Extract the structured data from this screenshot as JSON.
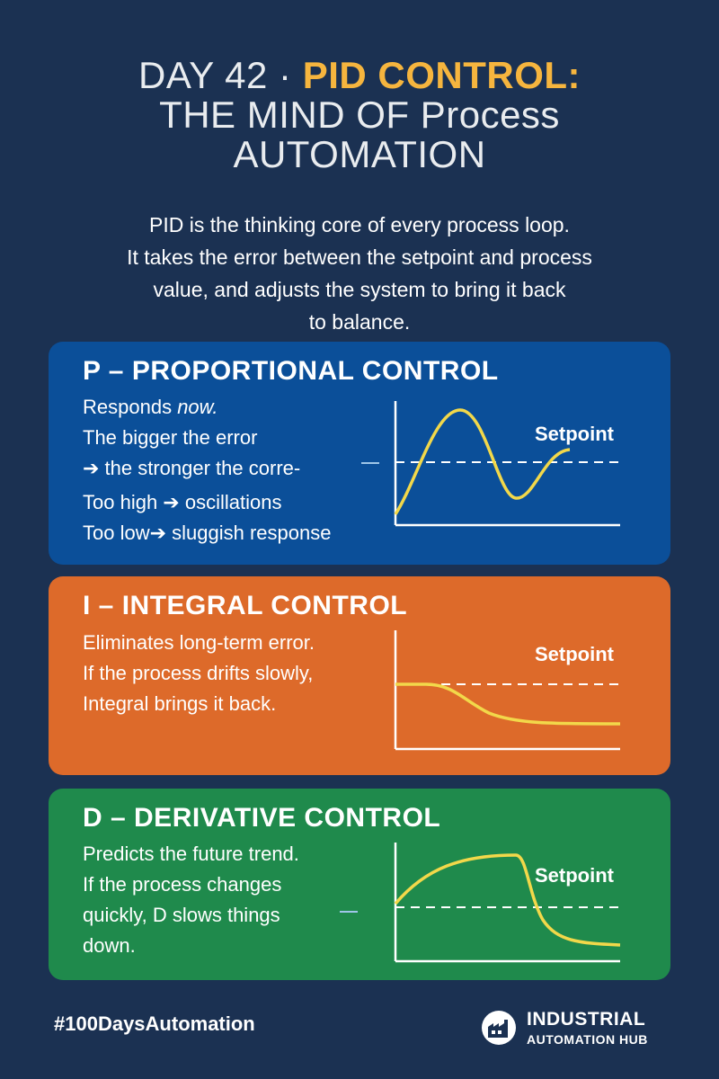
{
  "header": {
    "title_part1": "DAY 42 · ",
    "title_accent": "PID CONTROL:",
    "title_line2": "THE MIND OF Process",
    "title_line3": "AUTOMATION",
    "intro_lines": [
      "PID is the thinking core of every process loop.",
      "It takes the error between the setpoint and process",
      "value, and adjusts the system to bring it back",
      "to balance."
    ]
  },
  "cards": {
    "proportional": {
      "title": "P – PROPORTIONAL CONTROL",
      "line1_prefix": "Responds ",
      "line1_emph": "now.",
      "lines": [
        "The bigger the error",
        "➔ the stronger the corre-",
        "Too high ➔ oscillations",
        "Too low➔ sluggish response"
      ],
      "graph_label": "Setpoint",
      "color": "#0b4f99"
    },
    "integral": {
      "title": "I – INTEGRAL CONTROL",
      "lines": [
        "Eliminates long-term error.",
        "If the process drifts slowly,",
        "Integral brings it back."
      ],
      "graph_label": "Setpoint",
      "color": "#dd6a2a"
    },
    "derivative": {
      "title": "D – DERIVATIVE CONTROL",
      "lines": [
        "Predicts the future trend.",
        "If the process changes",
        "quickly, D slows things",
        "down."
      ],
      "graph_label": "Setpoint",
      "color": "#1f8a4c"
    }
  },
  "footer": {
    "hashtag": "#100DaysAutomation",
    "logo_line1": "INDUSTRIAL",
    "logo_line2": "AUTOMATION HUB"
  },
  "colors": {
    "background": "#1b3152",
    "accent": "#f6b53e",
    "curve": "#f2d84a"
  }
}
